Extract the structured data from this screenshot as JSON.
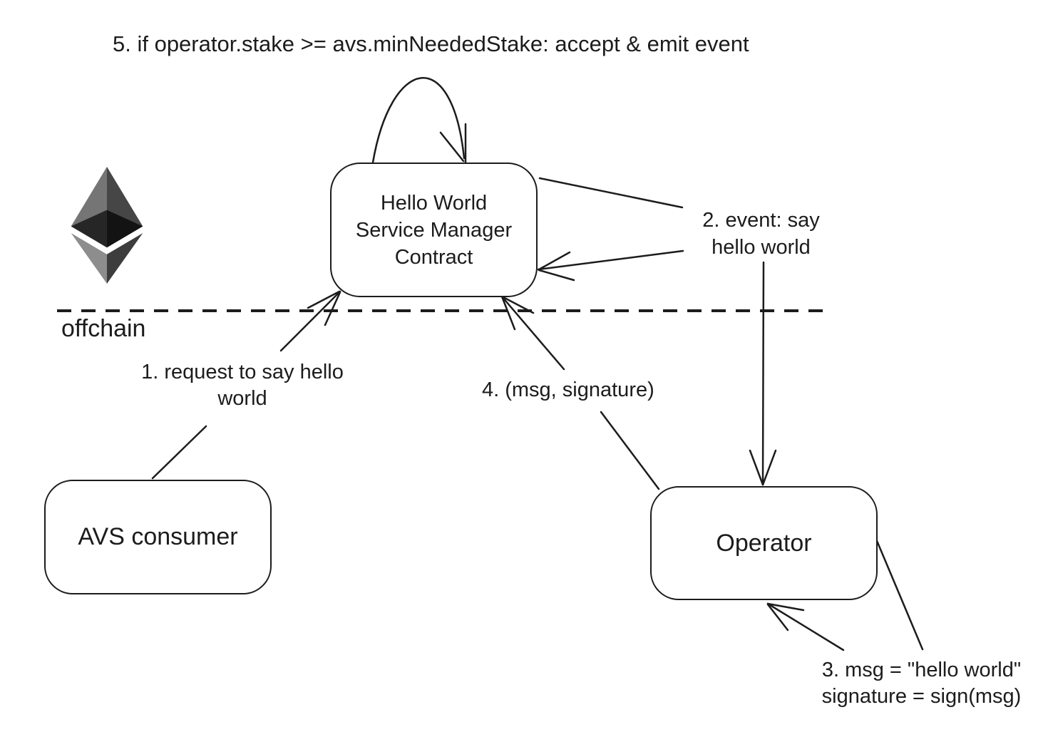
{
  "title": "5. if operator.stake >= avs.minNeededStake: accept & emit event",
  "zones": {
    "offchain_label": "offchain"
  },
  "nodes": {
    "contract": {
      "label": "Hello World\nService Manager\nContract"
    },
    "avs_consumer": {
      "label": "AVS consumer"
    },
    "operator": {
      "label": "Operator"
    }
  },
  "edges": {
    "step1": {
      "label": "1. request to say hello\nworld"
    },
    "step2": {
      "label": "2. event: say\nhello world"
    },
    "step3": {
      "label": "3. msg = \"hello world\"\nsignature = sign(msg)"
    },
    "step4": {
      "label": "4. (msg, signature)"
    }
  },
  "icons": {
    "ethereum": {
      "name": "ethereum-logo",
      "colors": {
        "upper_left": "#757575",
        "upper_right": "#464646",
        "belly_left": "#262626",
        "belly_right": "#131313",
        "lower_left": "#8d8d8d",
        "lower_right": "#3d3d3d"
      }
    }
  },
  "colors": {
    "stroke": "#1c1c1c",
    "background": "#ffffff"
  }
}
